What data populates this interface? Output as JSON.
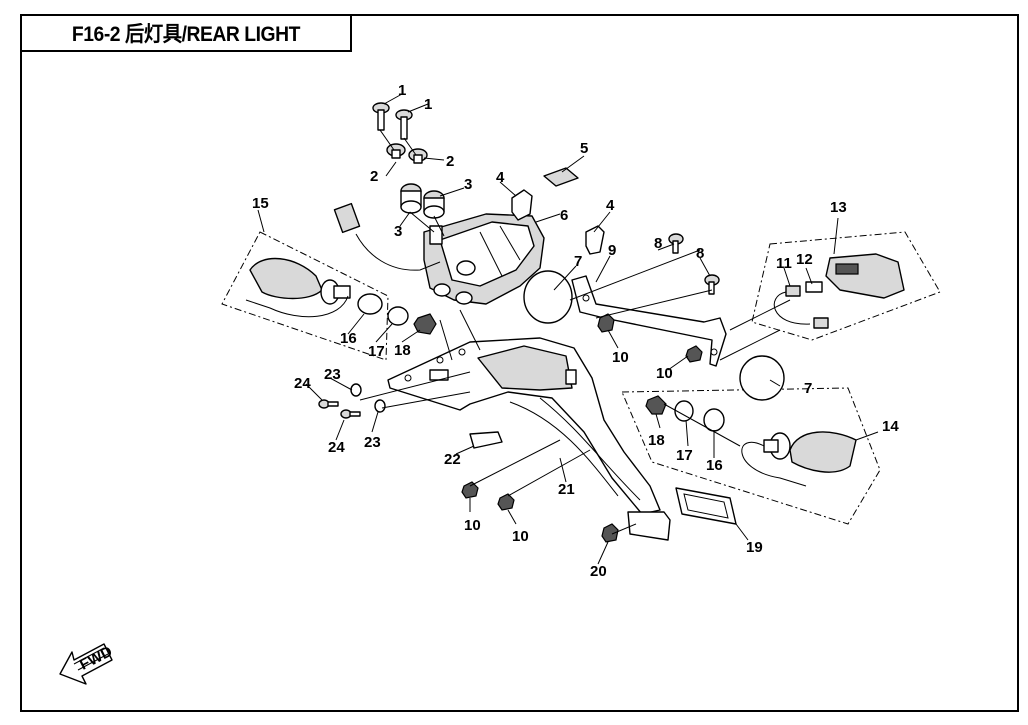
{
  "title": "F16-2  后灯具/REAR LIGHT",
  "fwd_label": "FWD",
  "callouts": [
    "1",
    "1",
    "2",
    "2",
    "3",
    "3",
    "4",
    "4",
    "5",
    "6",
    "7",
    "7",
    "8",
    "8",
    "9",
    "10",
    "10",
    "10",
    "10",
    "11",
    "12",
    "13",
    "14",
    "15",
    "16",
    "16",
    "17",
    "17",
    "18",
    "18",
    "19",
    "20",
    "21",
    "22",
    "23",
    "23",
    "24",
    "24"
  ]
}
